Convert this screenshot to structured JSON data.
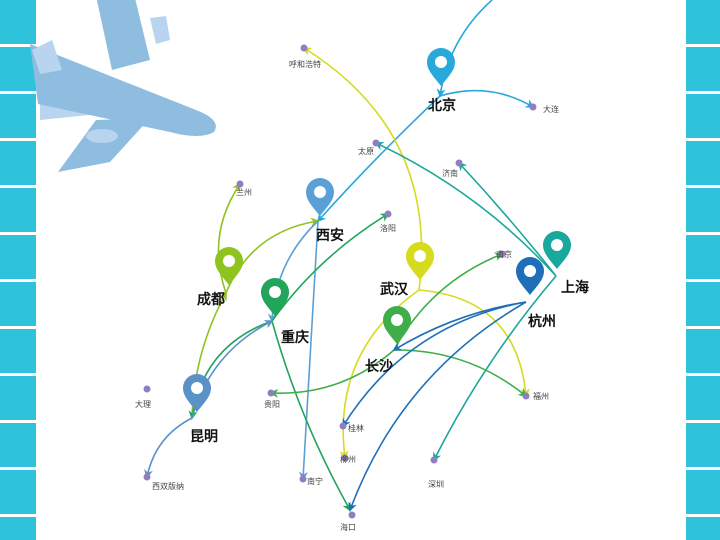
{
  "colors": {
    "border": "#2ec3da",
    "airplane": "#8fbde0",
    "dot": "#8f7fc0"
  },
  "map": {
    "major_cities": [
      {
        "id": "beijing",
        "name": "北京",
        "pin_color": "#29a8dc"
      },
      {
        "id": "xian",
        "name": "西安",
        "pin_color": "#5aa0d6"
      },
      {
        "id": "chengdu",
        "name": "成都",
        "pin_color": "#8fc31f"
      },
      {
        "id": "chongqing",
        "name": "重庆",
        "pin_color": "#22a45a"
      },
      {
        "id": "wuhan",
        "name": "武汉",
        "pin_color": "#d6db1e"
      },
      {
        "id": "changsha",
        "name": "长沙",
        "pin_color": "#3fae4a"
      },
      {
        "id": "hangzhou",
        "name": "杭州",
        "pin_color": "#1f6fb8"
      },
      {
        "id": "shanghai",
        "name": "上海",
        "pin_color": "#1aa79c"
      },
      {
        "id": "kunming",
        "name": "昆明",
        "pin_color": "#5a92c8"
      }
    ],
    "minor_cities": [
      {
        "id": "huhehaote",
        "name": "呼和浩特"
      },
      {
        "id": "dalian",
        "name": "大连"
      },
      {
        "id": "taiyuan",
        "name": "太原"
      },
      {
        "id": "jinan",
        "name": "济南"
      },
      {
        "id": "lanzhou",
        "name": "兰州"
      },
      {
        "id": "luoyang",
        "name": "洛阳"
      },
      {
        "id": "nanjing",
        "name": "南京"
      },
      {
        "id": "guiyang",
        "name": "贵阳"
      },
      {
        "id": "fuzhou",
        "name": "福州"
      },
      {
        "id": "dali",
        "name": "大理"
      },
      {
        "id": "guilin",
        "name": "桂林"
      },
      {
        "id": "liuzhou",
        "name": "柳州"
      },
      {
        "id": "shenzhen",
        "name": "深圳"
      },
      {
        "id": "xishuangbanna",
        "name": "西双版纳"
      },
      {
        "id": "nanning",
        "name": "南宁"
      },
      {
        "id": "haikou",
        "name": "海口"
      }
    ],
    "routes": [
      {
        "from": "offmap_ne",
        "to": "beijing",
        "color": "#29a8dc"
      },
      {
        "from": "beijing",
        "to": "dalian",
        "color": "#29a8dc"
      },
      {
        "from": "beijing",
        "to": "xian",
        "color": "#29a8dc"
      },
      {
        "from": "wuhan",
        "to": "huhehaote",
        "color": "#d6db1e"
      },
      {
        "from": "wuhan",
        "to": "fuzhou",
        "color": "#d6db1e"
      },
      {
        "from": "wuhan",
        "to": "liuzhou",
        "color": "#d6db1e"
      },
      {
        "from": "shanghai",
        "to": "taiyuan",
        "color": "#1aa79c"
      },
      {
        "from": "shanghai",
        "to": "jinan",
        "color": "#1aa79c"
      },
      {
        "from": "shanghai",
        "to": "shenzhen",
        "color": "#1aa79c"
      },
      {
        "from": "chengdu",
        "to": "lanzhou",
        "color": "#8fc31f"
      },
      {
        "from": "chengdu",
        "to": "xian",
        "color": "#8fc31f"
      },
      {
        "from": "kunming",
        "to": "chengdu",
        "color": "#8fc31f"
      },
      {
        "from": "xian",
        "to": "chongqing",
        "color": "#5aa0d6"
      },
      {
        "from": "xian",
        "to": "nanning",
        "color": "#5aa0d6"
      },
      {
        "from": "chongqing",
        "to": "luoyang",
        "color": "#22a45a"
      },
      {
        "from": "chongqing",
        "to": "kunming",
        "color": "#22a45a"
      },
      {
        "from": "chongqing",
        "to": "haikou",
        "color": "#22a45a"
      },
      {
        "from": "changsha",
        "to": "nanjing",
        "color": "#3fae4a"
      },
      {
        "from": "changsha",
        "to": "guiyang",
        "color": "#3fae4a"
      },
      {
        "from": "changsha",
        "to": "fuzhou",
        "color": "#3fae4a"
      },
      {
        "from": "hangzhou",
        "to": "changsha",
        "color": "#1f6fb8"
      },
      {
        "from": "hangzhou",
        "to": "guilin",
        "color": "#1f6fb8"
      },
      {
        "from": "hangzhou",
        "to": "haikou",
        "color": "#1f6fb8"
      },
      {
        "from": "kunming",
        "to": "chongqing",
        "color": "#5a92c8"
      },
      {
        "from": "kunming",
        "to": "xishuangbanna",
        "color": "#5a92c8"
      }
    ]
  }
}
